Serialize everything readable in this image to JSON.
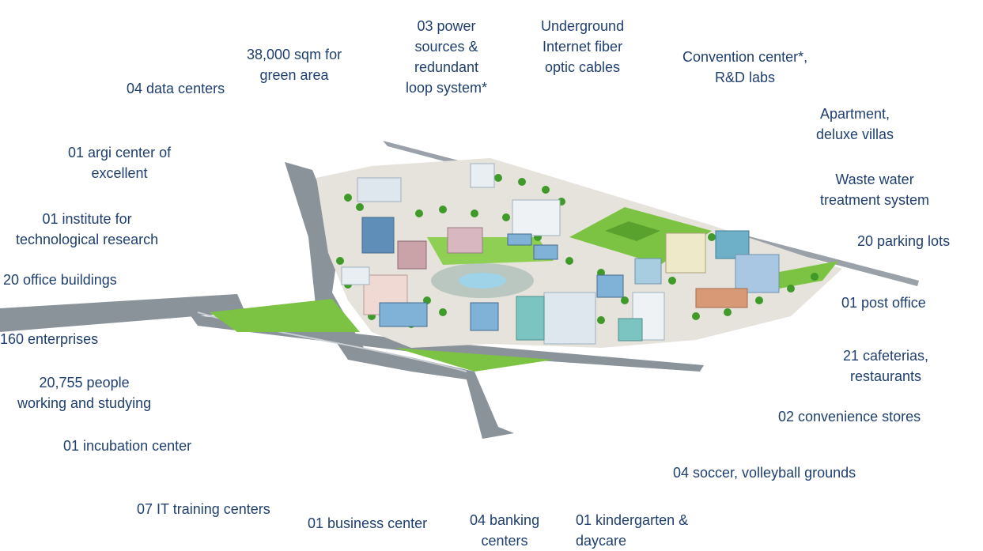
{
  "labels": {
    "data_centers": [
      "04 data centers"
    ],
    "green_area": [
      "38,000 sqm for",
      "green area"
    ],
    "power": [
      "03 power",
      "sources &",
      "redundant",
      "loop system*"
    ],
    "fiber": [
      "Underground",
      "Internet fiber",
      "optic cables"
    ],
    "convention": [
      "Convention center*,",
      "R&D labs"
    ],
    "apartment": [
      "Apartment,",
      "deluxe villas"
    ],
    "waste_water": [
      "Waste water",
      "treatment system"
    ],
    "parking": [
      "20 parking lots"
    ],
    "post_office": [
      "01 post office"
    ],
    "cafeterias": [
      "21 cafeterias,",
      "restaurants"
    ],
    "convenience": [
      "02 convenience stores"
    ],
    "soccer": [
      "04 soccer, volleyball grounds"
    ],
    "kindergarten": [
      "01 kindergarten &",
      "daycare"
    ],
    "banking": [
      "04 banking",
      "centers"
    ],
    "business": [
      "01 business center"
    ],
    "it_training": [
      "07 IT training centers"
    ],
    "incubation": [
      "01 incubation center"
    ],
    "people": [
      "20,755 people",
      "working and studying"
    ],
    "enterprises": [
      "160 enterprises"
    ],
    "office_buildings": [
      "20 office buildings"
    ],
    "institute": [
      "01 institute for",
      "technological research"
    ],
    "agri": [
      "01 argi center of",
      "excellent"
    ]
  },
  "colors": {
    "label_text": "#1f3f6e",
    "road": "#8a929a",
    "road_edge": "#c9ced3",
    "grass": "#7cc243",
    "grass_dark": "#5aa22e",
    "plaza": "#e6e3dc",
    "tree": "#3f9a2a",
    "building_blue": "#7fb2d6",
    "building_white": "#e9eef2"
  }
}
